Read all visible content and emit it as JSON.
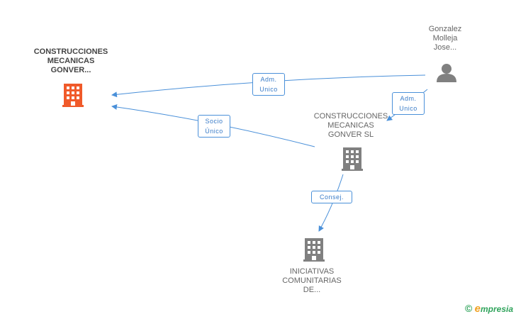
{
  "nodes": {
    "main_company": {
      "label": "CONSTRUCCIONES\nMECANICAS\nGONVER...",
      "color": "#f05a2a",
      "icon": "building-icon"
    },
    "person": {
      "label": "Gonzalez\nMolleja\nJose...",
      "color": "#808080",
      "icon": "person-icon"
    },
    "company_sl": {
      "label": "CONSTRUCCIONES\nMECANICAS\nGONVER SL",
      "color": "#808080",
      "icon": "building-icon"
    },
    "iniciativas": {
      "label": "INICIATIVAS\nCOMUNITARIAS\nDE...",
      "color": "#808080",
      "icon": "building-icon"
    }
  },
  "edges": {
    "adm_unico_main": "Adm.\nUnico",
    "adm_unico_sl": "Adm.\nUnico",
    "socio_unico": "Socio\nÚnico",
    "consej": "Consej."
  },
  "colors": {
    "edge": "#4a90d9"
  },
  "footer": {
    "copyright": "©",
    "brand_first": "e",
    "brand_rest": "mpresia"
  }
}
